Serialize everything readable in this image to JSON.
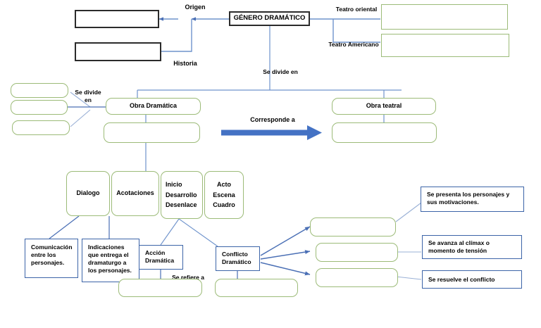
{
  "diagram": {
    "title_node": {
      "label": "GÉNERO DRAMÁTICO"
    },
    "colors": {
      "black_border": "#2b2b2b",
      "blue_border": "#3c64a8",
      "green_border": "#9cbb78",
      "connector_blue": "#6f93cc",
      "arrow_blue": "#4472c4",
      "text": "#000000",
      "background": "#ffffff"
    },
    "connector_labels": [
      {
        "name": "origen",
        "text": "Origen"
      },
      {
        "name": "historia",
        "text": "Historia"
      },
      {
        "name": "teatro-oriental",
        "text": "Teatro oriental"
      },
      {
        "name": "teatro-americano",
        "text": "Teatro Americano"
      },
      {
        "name": "se-divide-en-top",
        "text": "Se divide en"
      },
      {
        "name": "se-divide-en-left",
        "text": "Se divide\nen"
      },
      {
        "name": "corresponde-a",
        "text": "Corresponde a"
      },
      {
        "name": "se-refiere-a",
        "text": "Se refiere a"
      }
    ],
    "black_boxes": [
      {
        "name": "origen-answer-box",
        "label": ""
      },
      {
        "name": "historia-answer-box",
        "label": ""
      }
    ],
    "green_boxes_top_right": [
      {
        "name": "teatro-oriental-answer-box",
        "label": ""
      },
      {
        "name": "teatro-americano-answer-box",
        "label": ""
      }
    ],
    "green_boxes_left_column": [
      {
        "name": "divide-answer-box-1",
        "label": ""
      },
      {
        "name": "divide-answer-box-2",
        "label": ""
      },
      {
        "name": "divide-answer-box-3",
        "label": ""
      }
    ],
    "branch_obra_dramatica": {
      "title": "Obra Dramática",
      "answer_box": ""
    },
    "branch_obra_teatral": {
      "title": "Obra teatral",
      "answer_box": ""
    },
    "elements_row": [
      {
        "name": "dialogo-box",
        "label": "Dialogo"
      },
      {
        "name": "acotaciones-box",
        "label": "Acotaciones"
      },
      {
        "name": "estructura-interna-box",
        "label": "Inicio\nDesarrollo\nDesenlace"
      },
      {
        "name": "estructura-externa-box",
        "label": "Acto\nEscena\nCuadro"
      }
    ],
    "definition_boxes": [
      {
        "name": "dialogo-definition-box",
        "label": "Comunicación entre los personajes."
      },
      {
        "name": "acotaciones-definition-box",
        "label": "Indicaciones que entrega el dramaturgo a los personajes."
      },
      {
        "name": "accion-dramatica-box",
        "label": "Acción Dramática"
      },
      {
        "name": "conflicto-dramatico-box",
        "label": "Conflicto Dramático"
      }
    ],
    "bottom_answer_boxes": [
      {
        "name": "accion-dramatica-answer-box",
        "label": ""
      },
      {
        "name": "conflicto-dramatico-answer-box",
        "label": ""
      }
    ],
    "stage_answer_boxes": [
      {
        "name": "stage-answer-box-1",
        "label": ""
      },
      {
        "name": "stage-answer-box-2",
        "label": ""
      },
      {
        "name": "stage-answer-box-3",
        "label": ""
      }
    ],
    "stage_description_boxes": [
      {
        "name": "stage-description-presentacion",
        "label": "Se presenta los personajes y sus motivaciones."
      },
      {
        "name": "stage-description-climax",
        "label": "Se avanza al clímax o momento de tensión"
      },
      {
        "name": "stage-description-desenlace",
        "label": "Se resuelve el conflicto"
      }
    ]
  }
}
